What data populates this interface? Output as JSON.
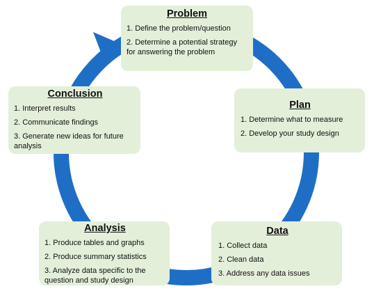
{
  "diagram": {
    "colors": {
      "arrow": "#1f6ec6",
      "box_fill": "#e3efd9",
      "text": "#111111"
    },
    "stages": {
      "problem": {
        "title": "Problem",
        "items": [
          "1. Define the problem/question",
          "2. Determine a potential strategy for answering the problem"
        ]
      },
      "plan": {
        "title": "Plan",
        "items": [
          "1. Determine what to measure",
          "2. Develop your study design"
        ]
      },
      "data": {
        "title": "Data",
        "items": [
          "1. Collect data",
          "2. Clean data",
          "3. Address any data issues"
        ]
      },
      "analysis": {
        "title": "Analysis",
        "items": [
          "1. Produce tables and graphs",
          "2. Produce summary statistics",
          "3. Analyze data specific to the question and study design"
        ]
      },
      "conclusion": {
        "title": "Conclusion",
        "items": [
          "1. Interpret results",
          "2. Communicate findings",
          "3. Generate new ideas for future analysis"
        ]
      }
    }
  }
}
